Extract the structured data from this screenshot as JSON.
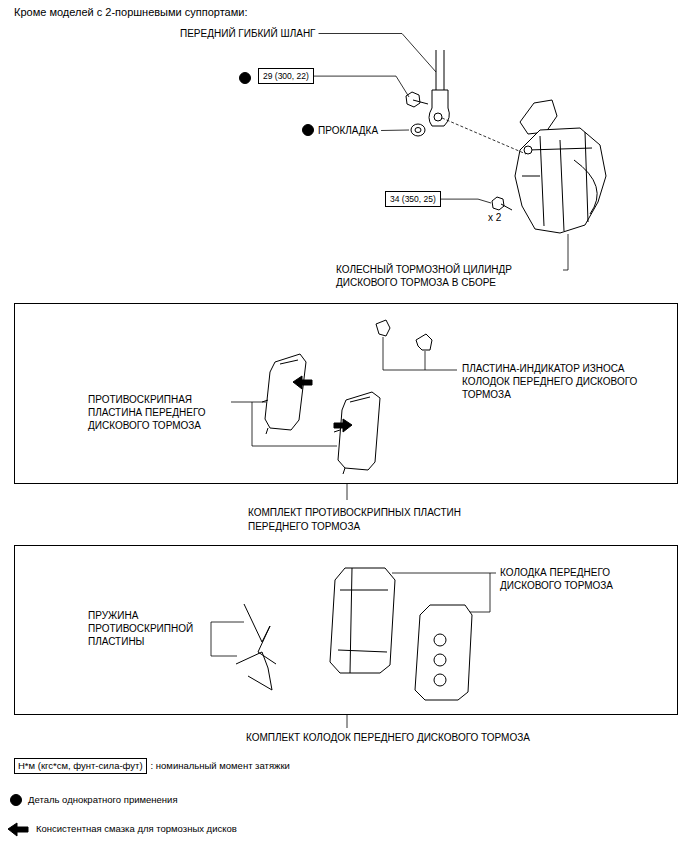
{
  "diagram": {
    "title": "Кроме моделей с 2-поршневыми суппортами:",
    "nodes": [
      {
        "text": [
          "29 (300, 22)"
        ]
      },
      {
        "text": [
          "34 (350, 25)"
        ]
      },
      {
        "text": [
          "КОМПЛЕКТ ПРОТИВОСКРИПНЫХ ПЛАСТИН ПЕРЕДНЕГО ТОРМОЗА"
        ]
      },
      {
        "text": [
          "КОМПЛЕКТ КОЛОДОК ПЕРЕДНЕГО ДИСКОВОГО ТОРМОЗА"
        ]
      },
      {
        "text": [
          "Н*м (кгс*см, фунт-сила-фут)"
        ]
      }
    ],
    "labels": [
      "ПЕРЕДНИЙ ГИБКИЙ ШЛАНГ",
      "ПРОКЛАДКА",
      "x 2",
      "КОЛЕСНЫЙ ТОРМОЗНОЙ ЦИЛИНДР ДИСКОВОГО ТОРМОЗА В СБОРЕ",
      "ПЛАСТИНА-ИНДИКАТОР ИЗНОСА КОЛОДОК ПЕРЕДНЕГО ДИСКОВОГО ТОРМОЗА",
      "ПРОТИВОСКРИПНАЯ ПЛАСТИНА ПЕРЕДНЕГО ДИСКОВОГО ТОРМОЗА",
      "ПРУЖИНА ПРОТИВОСКРИПНОЙ ПЛАСТИНЫ",
      "КОЛОДКА ПЕРЕДНЕГО ДИСКОВОГО ТОРМОЗА"
    ],
    "legend": [
      {
        "text": ": номинальный момент затяжки"
      },
      {
        "text": "Деталь однократного применения"
      },
      {
        "text": "Консистентная смазка для тормозных дисков"
      }
    ]
  }
}
